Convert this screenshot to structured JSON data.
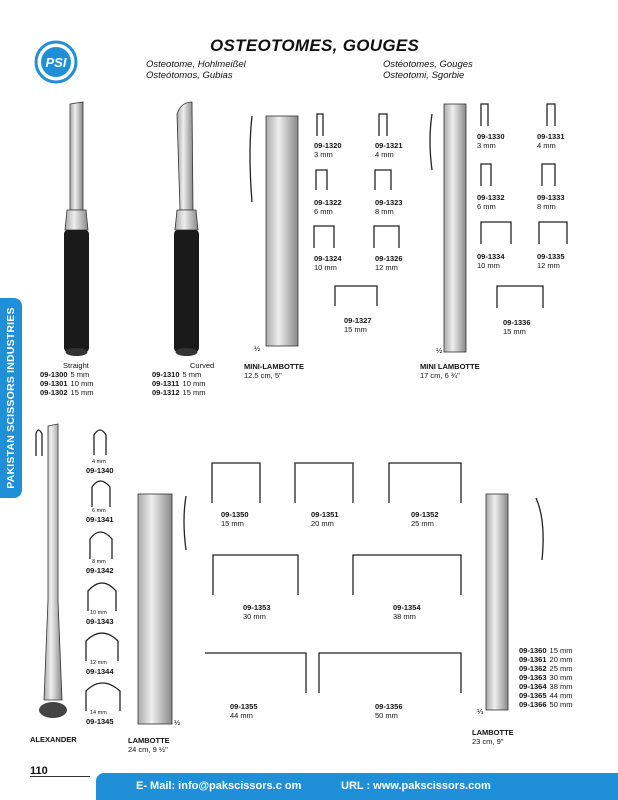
{
  "header": {
    "title": "OSTEOTOMES, GOUGES",
    "lang_en_de": "Osteotome, Hohlmeißel",
    "lang_es": "Osteótomos, Gubias",
    "lang_fr": "Ostéotomes, Gouges",
    "lang_it": "Osteotomi, Sgorbie",
    "logo_text": "PSI"
  },
  "sidebar": {
    "label": "PAKISTAN SCISSORS INDUSTRIES"
  },
  "straight": {
    "title": "Straight",
    "rows": [
      {
        "code": "09-1300",
        "size": "5 mm"
      },
      {
        "code": "09-1301",
        "size": "10 mm"
      },
      {
        "code": "09-1302",
        "size": "15 mm"
      }
    ]
  },
  "curved": {
    "title": "Curved",
    "rows": [
      {
        "code": "09-1310",
        "size": "5 mm"
      },
      {
        "code": "09-1311",
        "size": "10 mm"
      },
      {
        "code": "09-1312",
        "size": "15 mm"
      }
    ]
  },
  "mini_lambotte_1": {
    "name": "MINI-LAMBOTTE",
    "size": "12.5 cm, 5\"",
    "scale": "½"
  },
  "mini_lambotte_2": {
    "name": "MINI LAMBOTTE",
    "size": "17 cm, 6 ¾\"",
    "scale": "½"
  },
  "gouges_a": [
    {
      "code": "09-1320",
      "size": "3 mm"
    },
    {
      "code": "09-1321",
      "size": "4 mm"
    },
    {
      "code": "09-1322",
      "size": "6 mm"
    },
    {
      "code": "09-1323",
      "size": "8 mm"
    },
    {
      "code": "09-1324",
      "size": "10 mm"
    },
    {
      "code": "09-1326",
      "size": "12 mm"
    },
    {
      "code": "09-1327",
      "size": "15 mm"
    }
  ],
  "gouges_b": [
    {
      "code": "09-1330",
      "size": "3 mm"
    },
    {
      "code": "09-1331",
      "size": "4 mm"
    },
    {
      "code": "09-1332",
      "size": "6 mm"
    },
    {
      "code": "09-1333",
      "size": "8 mm"
    },
    {
      "code": "09-1334",
      "size": "10 mm"
    },
    {
      "code": "09-1335",
      "size": "12 mm"
    },
    {
      "code": "09-1336",
      "size": "15 mm"
    }
  ],
  "alexander": {
    "name": "ALEXANDER",
    "items": [
      {
        "size": "4 mm",
        "code": "09-1340"
      },
      {
        "size": "6 mm",
        "code": "09-1341"
      },
      {
        "size": "8 mm",
        "code": "09-1342"
      },
      {
        "size": "10 mm",
        "code": "09-1343"
      },
      {
        "size": "12 mm",
        "code": "09-1344"
      },
      {
        "size": "14 mm",
        "code": "09-1345"
      }
    ]
  },
  "lambotte_1": {
    "name": "LAMBOTTE",
    "size": "24 cm, 9 ½\"",
    "scale": "½"
  },
  "lambotte_2": {
    "name": "LAMBOTTE",
    "size": "23 cm, 9\"",
    "scale": "⅓"
  },
  "chisels": [
    {
      "code": "09-1350",
      "size": "15 mm"
    },
    {
      "code": "09-1351",
      "size": "20 mm"
    },
    {
      "code": "09-1352",
      "size": "25 mm"
    },
    {
      "code": "09-1353",
      "size": "30 mm"
    },
    {
      "code": "09-1354",
      "size": "38 mm"
    },
    {
      "code": "09-1355",
      "size": "44 mm"
    },
    {
      "code": "09-1356",
      "size": "50 mm"
    }
  ],
  "lambotte_table": [
    {
      "code": "09-1360",
      "size": "15 mm"
    },
    {
      "code": "09-1361",
      "size": "20 mm"
    },
    {
      "code": "09-1362",
      "size": "25 mm"
    },
    {
      "code": "09-1363",
      "size": "30 mm"
    },
    {
      "code": "09-1364",
      "size": "38 mm"
    },
    {
      "code": "09-1365",
      "size": "44 mm"
    },
    {
      "code": "09-1366",
      "size": "50 mm"
    }
  ],
  "footer": {
    "page_number": "110",
    "email": "E- Mail: info@pakscissors.c om",
    "url": "URL  :  www.pakscissors.com"
  },
  "colors": {
    "brand_blue": "#1f8fd8"
  }
}
